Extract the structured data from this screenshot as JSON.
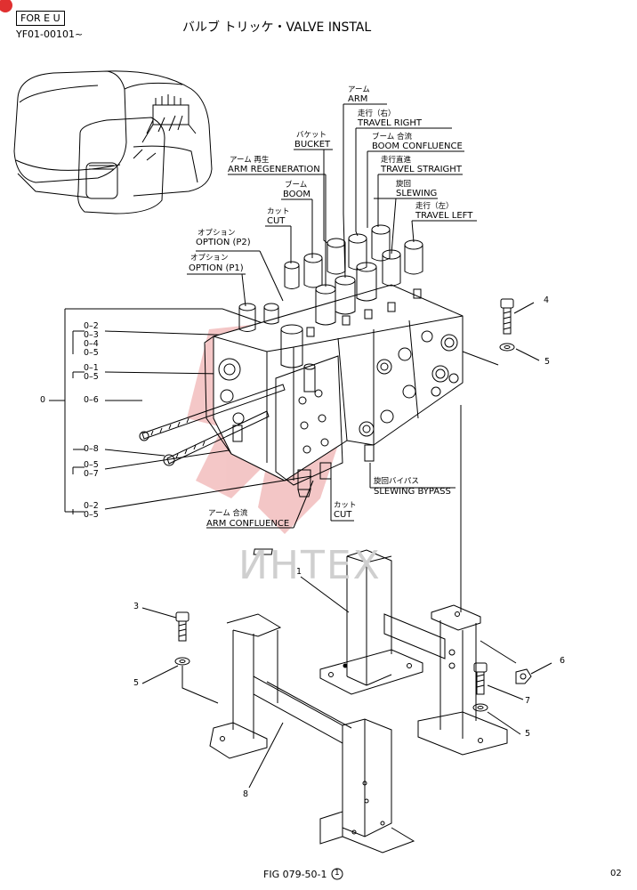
{
  "header": {
    "region_badge": "FOR E U",
    "serial": "YF01-00101~",
    "title": "バルブ トリッケ・VALVE INSTAL"
  },
  "watermark": "ИНТЕХ",
  "callouts": {
    "arm_jp": "アーム",
    "arm_en": "ARM",
    "travel_right_jp": "走行（右）",
    "travel_right_en": "TRAVEL RIGHT",
    "bucket_jp": "バケット",
    "bucket_en": "BUCKET",
    "boom_conf_jp": "ブーム 合流",
    "boom_conf_en": "BOOM CONFLUENCE",
    "arm_regen_jp": "アーム 再生",
    "arm_regen_en": "ARM REGENERATION",
    "travel_straight_jp": "走行直進",
    "travel_straight_en": "TRAVEL STRAIGHT",
    "boom_jp": "ブーム",
    "boom_en": "BOOM",
    "slewing_jp": "旋回",
    "slewing_en": "SLEWING",
    "cut_jp": "カット",
    "cut_en": "CUT",
    "travel_left_jp": "走行（左）",
    "travel_left_en": "TRAVEL LEFT",
    "option_p2_jp": "オプション",
    "option_p2_en": "OPTION (P2)",
    "option_p1_jp": "オプション",
    "option_p1_en": "OPTION (P1)",
    "slew_bypass_jp": "旋回バイパス",
    "slew_bypass_en": "SLEWING BYPASS",
    "cut2_jp": "カット",
    "cut2_en": "CUT",
    "arm_conf_jp": "アーム 合流",
    "arm_conf_en": "ARM CONFLUENCE"
  },
  "ref_numbers": {
    "r0": "0",
    "r02a": "0–2",
    "r03": "0–3",
    "r04": "0–4",
    "r05a": "0–5",
    "r01": "0–1",
    "r05b": "0–5",
    "r06": "0–6",
    "r08": "0–8",
    "r05c": "0–5",
    "r07": "0–7",
    "r02b": "0–2",
    "r05d": "0–5"
  },
  "part_numbers": {
    "p1": "1",
    "p3": "3",
    "p4": "4",
    "p5a": "5",
    "p5b": "5",
    "p5c": "5",
    "p6": "6",
    "p7": "7",
    "p8": "8"
  },
  "footer": {
    "fig": "FIG 079-50-1",
    "fig_circle": "1",
    "page": "02"
  },
  "colors": {
    "ink": "#000000",
    "watermark_red": "#e9a4a4",
    "badge_red": "#e03030"
  }
}
